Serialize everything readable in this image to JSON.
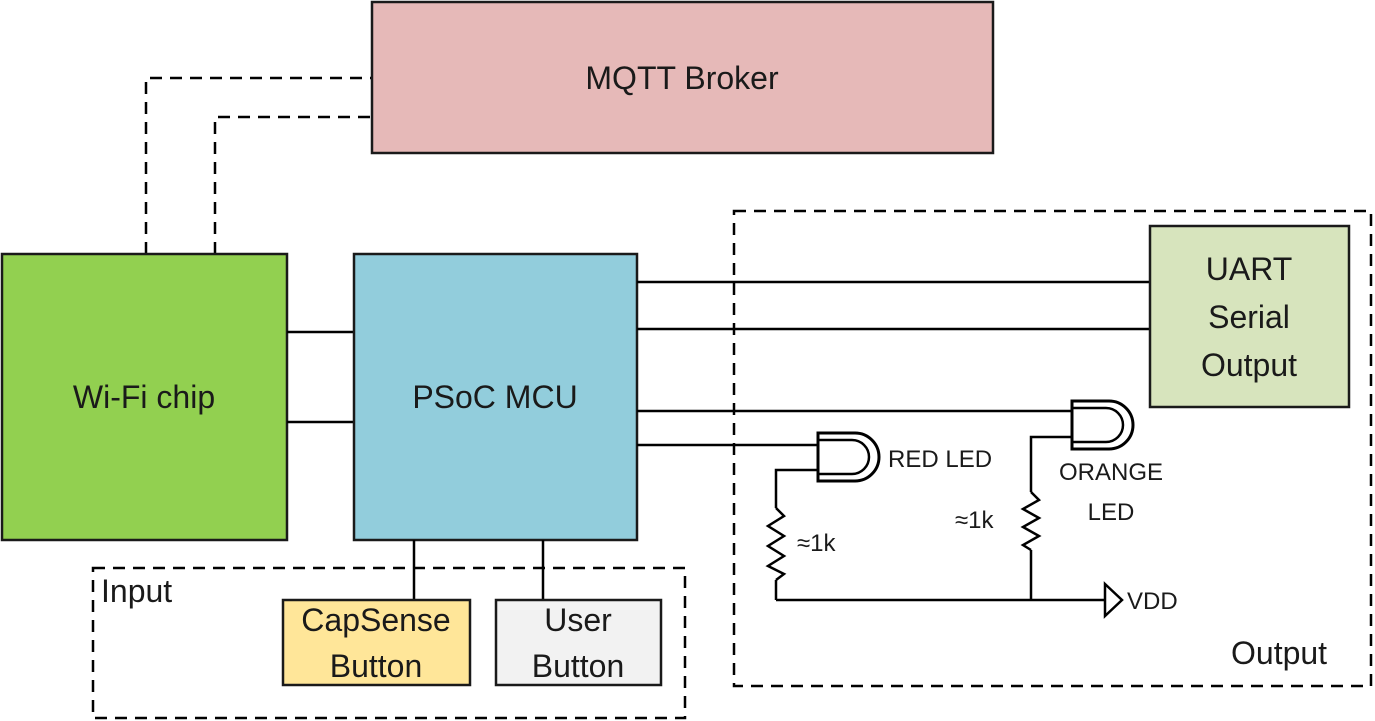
{
  "blocks": {
    "mqtt_broker": {
      "label": "MQTT Broker",
      "color": "#e6b9b8"
    },
    "wifi_chip": {
      "label": "Wi-Fi chip",
      "color": "#92d050"
    },
    "psoc_mcu": {
      "label": "PSoC MCU",
      "color": "#92cddc"
    },
    "uart": {
      "lines": [
        "UART",
        "Serial",
        "Output"
      ],
      "color": "#d7e4bd"
    },
    "capsense": {
      "lines": [
        "CapSense",
        "Button"
      ],
      "color": "#ffe699"
    },
    "user_button": {
      "lines": [
        "User",
        "Button"
      ],
      "color": "#f2f2f2"
    }
  },
  "groups": {
    "input": "Input",
    "output": "Output"
  },
  "components": {
    "red_led": {
      "label": "RED LED",
      "color": "#ff0000"
    },
    "orange_led": {
      "lines": [
        "ORANGE",
        "LED"
      ],
      "color": "#ffc000"
    },
    "resistor_left": {
      "label": "≈1k"
    },
    "resistor_right": {
      "label": "≈1k"
    },
    "vdd": {
      "label": "VDD"
    }
  }
}
